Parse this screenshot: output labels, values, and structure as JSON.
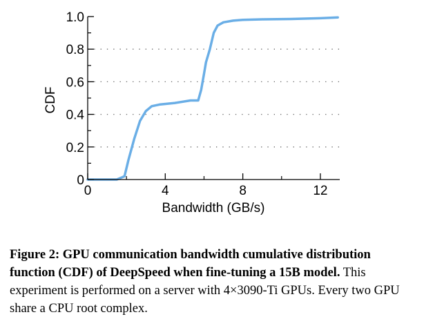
{
  "chart_data": {
    "type": "line",
    "xlabel": "Bandwidth (GB/s)",
    "ylabel": "CDF",
    "xlim": [
      0,
      13
    ],
    "ylim": [
      0,
      1.0
    ],
    "x_ticks": [
      "0",
      "4",
      "8",
      "12"
    ],
    "y_ticks": [
      "0",
      "0.2",
      "0.4",
      "0.6",
      "0.8",
      "1.0"
    ],
    "grid": "dotted horizontal",
    "line_color": "#6aaee6",
    "series": [
      {
        "x": [
          0,
          1.5,
          1.9,
          2.1,
          2.4,
          2.7,
          3.0,
          3.3,
          3.7,
          4.5,
          5.3,
          5.7,
          5.85,
          6.0,
          6.1,
          6.3,
          6.5,
          6.7,
          7.0,
          7.5,
          8.0,
          9.0,
          10.5,
          12.0,
          12.9
        ],
        "y": [
          0,
          0.0,
          0.02,
          0.12,
          0.25,
          0.36,
          0.42,
          0.45,
          0.46,
          0.47,
          0.485,
          0.485,
          0.55,
          0.65,
          0.72,
          0.8,
          0.9,
          0.945,
          0.965,
          0.975,
          0.98,
          0.983,
          0.985,
          0.99,
          0.995
        ]
      }
    ]
  },
  "caption": {
    "bold": "Figure 2: GPU communication bandwidth cumulative distribution function (CDF) of DeepSpeed when fine-tuning a 15B model.",
    "text": " This experiment is performed on a server with 4×3090-Ti GPUs. Every two GPU share a CPU root complex."
  }
}
